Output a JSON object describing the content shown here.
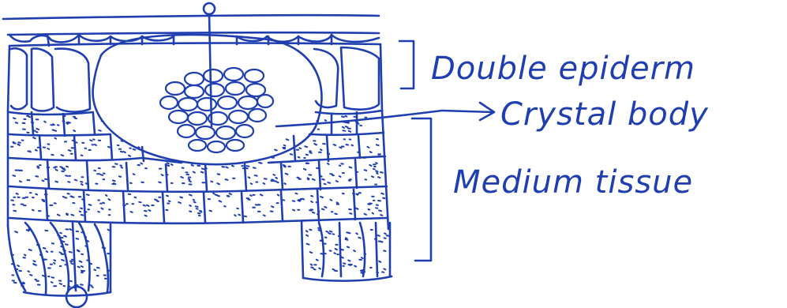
{
  "diagram": {
    "ink_color": "#1f3fb0",
    "labels": {
      "double_epiderm": "Double epiderm",
      "crystal_body": "Crystal body",
      "medium_tissue": "Medium tissue"
    },
    "arrow_symbol": "→"
  }
}
